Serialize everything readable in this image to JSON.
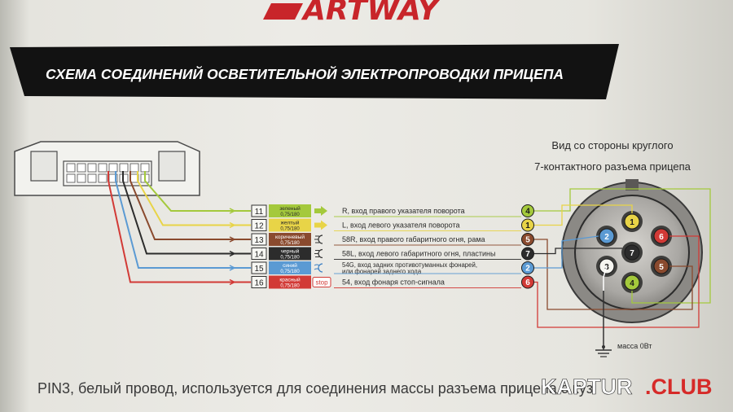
{
  "logo": {
    "text": "ARTWAY"
  },
  "banner": {
    "title": "СХЕМА СОЕДИНЕНИЙ ОСВЕТИТЕЛЬНОЙ ЭЛЕКТРОПРОВОДКИ ПРИЦЕПА"
  },
  "connector_view": {
    "line1": "Вид со стороны круглого",
    "line2": "7-контактного разъема прицепа"
  },
  "wires": [
    {
      "num": "11",
      "color_name": "зеленый",
      "gauge": "0,75/180",
      "hex": "#a4c93c",
      "signal_type": "arrow",
      "signal_text": "",
      "description": "R, вход правого указателя поворота",
      "description2": "",
      "pin": "4"
    },
    {
      "num": "12",
      "color_name": "желтый",
      "gauge": "0,75/180",
      "hex": "#e8d447",
      "signal_type": "arrow",
      "signal_text": "",
      "description": "L, вход левого указателя поворота",
      "description2": "",
      "pin": "1"
    },
    {
      "num": "13",
      "color_name": "коричневый",
      "gauge": "0,75/180",
      "hex": "#8a4a2e",
      "signal_type": "lamp",
      "signal_text": "",
      "description": "58R, вход правого габаритного огня, рама",
      "description2": "",
      "pin": "5"
    },
    {
      "num": "14",
      "color_name": "черный",
      "gauge": "0,75/180",
      "hex": "#2c2c2c",
      "signal_type": "lamp",
      "signal_text": "",
      "description": "58L, вход левого габаритного огня, пластины",
      "description2": "",
      "pin": "7"
    },
    {
      "num": "15",
      "color_name": "синий",
      "gauge": "0,75/180",
      "hex": "#5b9ad3",
      "signal_type": "fog",
      "signal_text": "",
      "description": "54G, вход задних противотуманных фонарей,",
      "description2": "или фонарей заднего хода",
      "pin": "2"
    },
    {
      "num": "16",
      "color_name": "красный",
      "gauge": "0,75/180",
      "hex": "#d23a36",
      "signal_type": "stop",
      "signal_text": "stop",
      "description": "54, вход фонаря стоп-сигнала",
      "description2": "",
      "pin": "6"
    }
  ],
  "socket_pins": [
    {
      "label": "1",
      "hex": "#e8d447"
    },
    {
      "label": "2",
      "hex": "#5b9ad3"
    },
    {
      "label": "3",
      "hex": "#f5f5f0"
    },
    {
      "label": "4",
      "hex": "#a4c93c"
    },
    {
      "label": "5",
      "hex": "#8a4a2e"
    },
    {
      "label": "6",
      "hex": "#d23a36"
    },
    {
      "label": "7",
      "hex": "#2c2c2c"
    }
  ],
  "ground": {
    "label": "масса 0Вт"
  },
  "footer": {
    "text": "PIN3, белый провод, используется для соединения массы разъема прицепа с куз"
  },
  "watermark": {
    "part1": "KAPTUR",
    "part2": ".CLUB"
  },
  "colors": {
    "banner": "#121212",
    "logo_red": "#c8252a",
    "paper": "#ecebe6",
    "ink": "#333333"
  }
}
